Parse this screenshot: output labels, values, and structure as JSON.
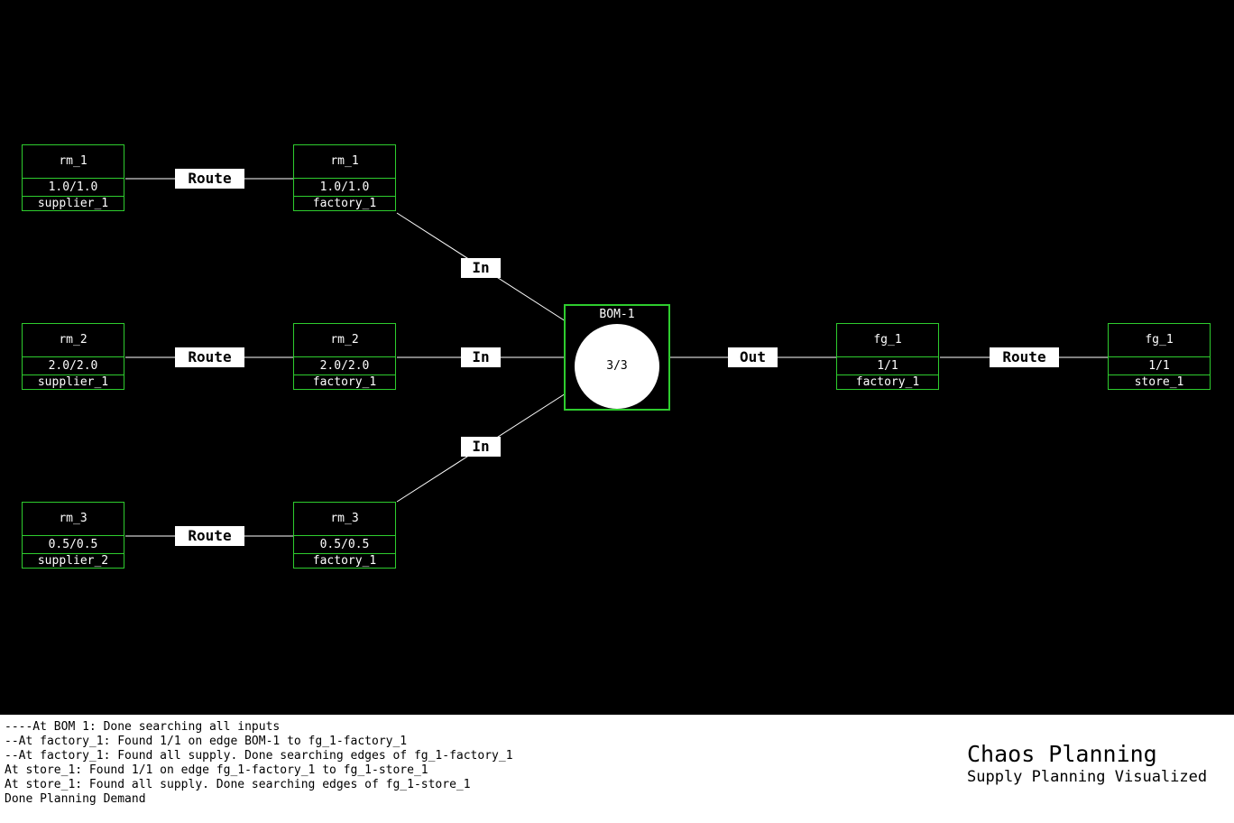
{
  "nodes": [
    {
      "id": "n1",
      "item": "rm_1",
      "qty": "1.0/1.0",
      "location": "supplier_1"
    },
    {
      "id": "n2",
      "item": "rm_1",
      "qty": "1.0/1.0",
      "location": "factory_1"
    },
    {
      "id": "n3",
      "item": "rm_2",
      "qty": "2.0/2.0",
      "location": "supplier_1"
    },
    {
      "id": "n4",
      "item": "rm_2",
      "qty": "2.0/2.0",
      "location": "factory_1"
    },
    {
      "id": "n5",
      "item": "rm_3",
      "qty": "0.5/0.5",
      "location": "supplier_2"
    },
    {
      "id": "n6",
      "item": "rm_3",
      "qty": "0.5/0.5",
      "location": "factory_1"
    },
    {
      "id": "n7",
      "item": "fg_1",
      "qty": "1/1",
      "location": "factory_1"
    },
    {
      "id": "n8",
      "item": "fg_1",
      "qty": "1/1",
      "location": "store_1"
    }
  ],
  "bom": {
    "title": "BOM-1",
    "ratio": "3/3"
  },
  "edge_labels": {
    "route_rm1": "Route",
    "route_rm2": "Route",
    "route_rm3": "Route",
    "in_rm1": "In",
    "in_rm2": "In",
    "in_rm3": "In",
    "out_fg1": "Out",
    "route_fg1": "Route"
  },
  "log": [
    "----At BOM 1: Done searching all inputs",
    "--At factory_1: Found 1/1 on edge BOM-1 to fg_1-factory_1",
    "--At factory_1: Found all supply. Done searching edges of fg_1-factory_1",
    "At store_1: Found 1/1 on edge fg_1-factory_1 to fg_1-store_1",
    "At store_1: Found all supply. Done searching edges of fg_1-store_1",
    "Done Planning Demand"
  ],
  "brand": {
    "title": "Chaos Planning",
    "subtitle": "Supply Planning Visualized"
  },
  "colors": {
    "background": "#000000",
    "node_border": "#2ecc2e",
    "edge": "#ffffff",
    "panel": "#ffffff"
  }
}
